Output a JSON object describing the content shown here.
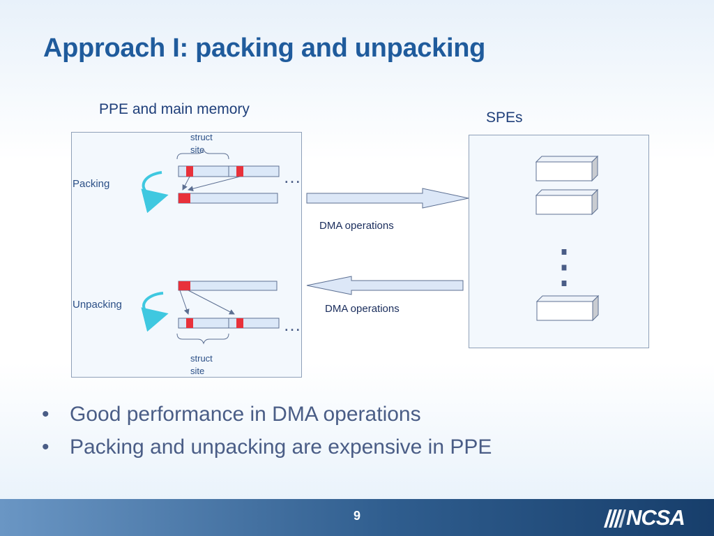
{
  "slide": {
    "title": "Approach I: packing and unpacking",
    "page_number": "9"
  },
  "diagram": {
    "ppe_heading": "PPE and main memory",
    "spe_heading": "SPEs",
    "packing_label": "Packing",
    "unpacking_label": "Unpacking",
    "struct_site_top": "struct site",
    "struct_site_bottom": "struct site",
    "dma_top": "DMA operations",
    "dma_bottom": "DMA operations",
    "ellipsis": "…",
    "vertical_dots": "⋮",
    "colors": {
      "highlight": "#e8313a",
      "array_fill": "#dbe8f8",
      "arrow_fill": "#dce7f7",
      "curved_arrow": "#3fc8e0"
    }
  },
  "bullets": [
    "Good performance in DMA operations",
    "Packing and unpacking are expensive in PPE"
  ],
  "footer": {
    "logo_text": "NCSA"
  }
}
